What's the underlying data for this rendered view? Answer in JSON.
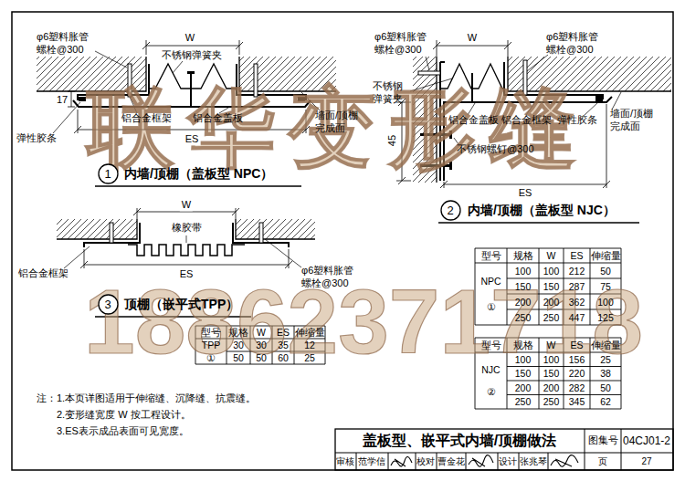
{
  "diagram": {
    "title": "盖板型、嵌平式内墙/顶棚做法",
    "nodes": [
      {
        "text": [
          "1"
        ]
      },
      {
        "text": [
          "2"
        ]
      },
      {
        "text": [
          "3"
        ]
      }
    ],
    "edges": [],
    "labels": [
      "联华变形缝",
      "18862371718",
      "φ6塑料胀管 螺栓@300",
      "W",
      "不锈钢弹簧夹",
      "17",
      "铝合金框架",
      "铝合金盖板",
      "弹性胶条",
      "ES",
      "墙面/顶棚 完成面",
      "内墙/顶棚（盖板型 NPC）",
      "φ6塑料胀管 螺栓@300",
      "φ6塑料胀管 螺栓@300",
      "不锈钢 弹簧夹",
      "W",
      "45",
      "铝合金盖板",
      "铝合金框架",
      "弹性胶条",
      "墙面/顶棚 完成面",
      "不锈钢螺钉@300",
      "ES",
      "内墙/顶棚（盖板型 NJC）",
      "W",
      "橡胶带",
      "铝合金框架",
      "ES",
      "φ6塑料胀管 螺栓@300",
      "顶棚（嵌平式TPP）",
      "型号",
      "规格",
      "W",
      "ES",
      "伸缩量",
      "TPP",
      "30",
      "30",
      "35",
      "12",
      "①",
      "50",
      "50",
      "60",
      "25",
      "型号",
      "规格",
      "W",
      "ES",
      "伸缩量",
      "NPC",
      "①",
      "100",
      "100",
      "212",
      "50",
      "150",
      "150",
      "287",
      "75",
      "200",
      "200",
      "362",
      "100",
      "250",
      "250",
      "447",
      "125",
      "型号",
      "规格",
      "W",
      "ES",
      "伸缩量",
      "NJC",
      "②",
      "100",
      "100",
      "156",
      "25",
      "150",
      "150",
      "220",
      "38",
      "200",
      "200",
      "282",
      "50",
      "250",
      "250",
      "345",
      "62",
      "注：1.本页详图适用于伸缩缝、沉降缝、抗震缝。",
      "2.变形缝宽度 W 按工程设计。",
      "3.ES表示成品表面可见宽度。",
      "图集号",
      "04CJ01-2",
      "审核",
      "范学信",
      "校对",
      "曹金花",
      "设计",
      "张兆琴",
      "页",
      "27"
    ]
  }
}
